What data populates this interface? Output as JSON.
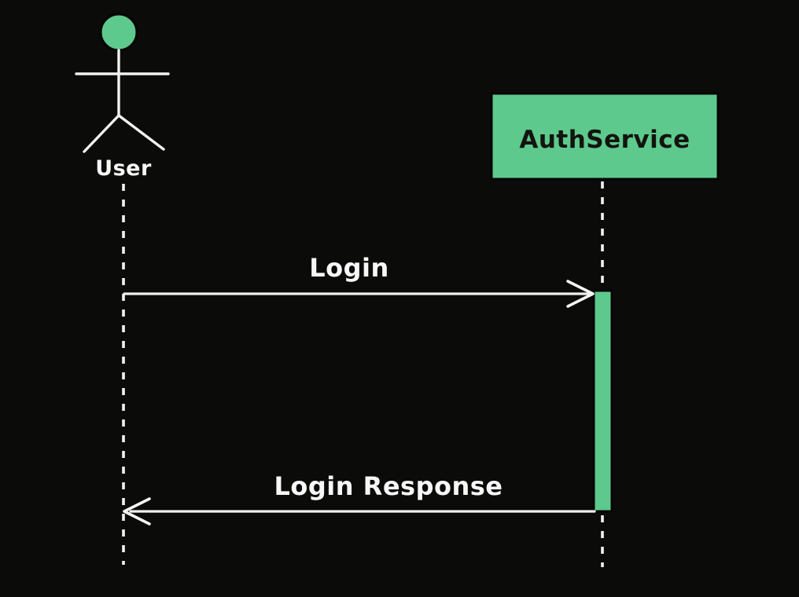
{
  "page": {
    "background_color": "#0b0b0a"
  },
  "colors": {
    "green": "#5dc98c",
    "line": "#f2f2f2",
    "light_text": "#f7f7f7",
    "dark_text": "#13130f"
  },
  "diagram": {
    "type": "sequence",
    "actors": [
      {
        "id": "user",
        "kind": "actor-stick-figure",
        "label": "User"
      },
      {
        "id": "authservice",
        "kind": "participant-box",
        "label": "AuthService"
      }
    ],
    "messages": [
      {
        "from": "User",
        "to": "AuthService",
        "label": "Login",
        "direction": "right",
        "line_style": "solid"
      },
      {
        "from": "AuthService",
        "to": "User",
        "label": "Login Response",
        "direction": "left",
        "line_style": "solid"
      }
    ],
    "activations": [
      {
        "on": "AuthService",
        "from_message": "Login",
        "to_message": "Login Response"
      }
    ]
  }
}
